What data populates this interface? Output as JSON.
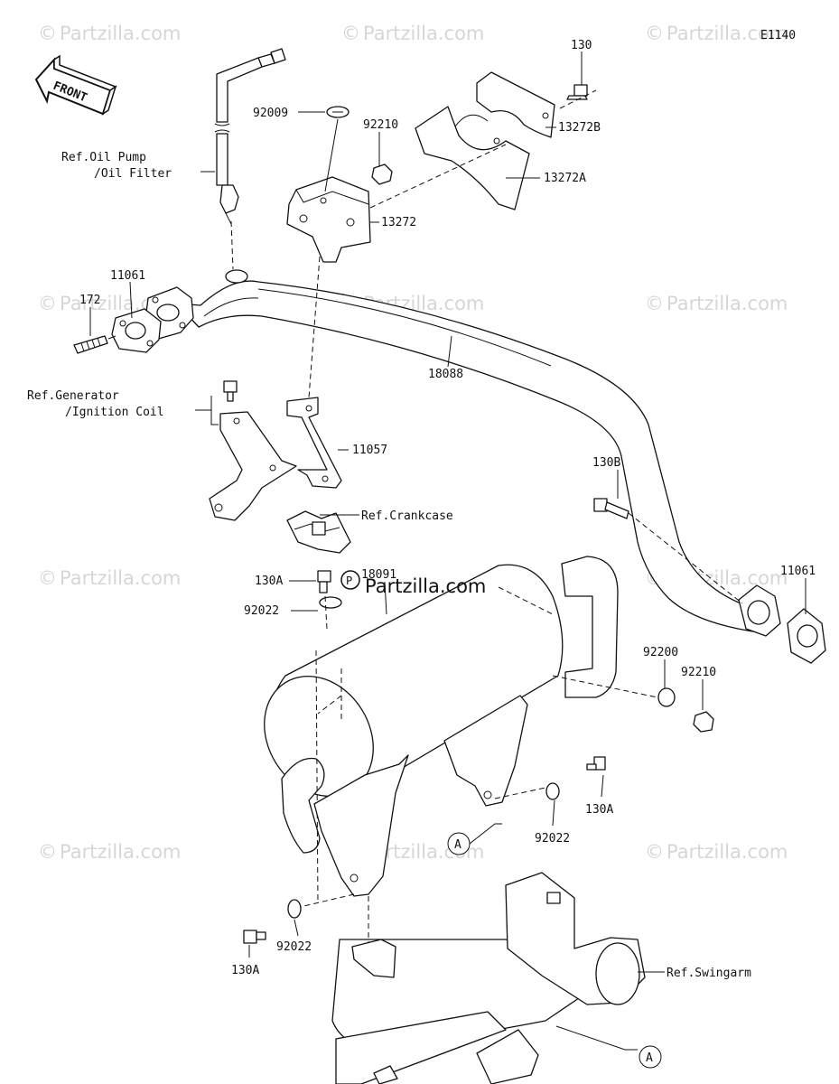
{
  "diagram_code": "E1140",
  "front_marker": "FRONT",
  "center_watermark": "Partzilla.com",
  "bg_watermark": "Partzilla.com",
  "parts": {
    "p130": "130",
    "p13272B": "13272B",
    "p13272A": "13272A",
    "p92009": "92009",
    "p92210_top": "92210",
    "p13272": "13272",
    "p11061_left": "11061",
    "p172": "172",
    "p18088": "18088",
    "p11057": "11057",
    "p130B": "130B",
    "p11061_right": "11061",
    "p130A_top": "130A",
    "p92022_top": "92022",
    "p18091": "18091",
    "p92200": "92200",
    "p92210_right": "92210",
    "p130A_right": "130A",
    "p92022_mid": "92022",
    "p92022_bottom": "92022",
    "p130A_bottom": "130A"
  },
  "refs": {
    "oil_pump_line1": "Ref.Oil Pump",
    "oil_pump_line2": "/Oil Filter",
    "generator_line1": "Ref.Generator",
    "generator_line2": "/Ignition Coil",
    "crankcase": "Ref.Crankcase",
    "swingarm": "Ref.Swingarm"
  },
  "markers": {
    "a_upper": "A",
    "a_lower": "A"
  }
}
